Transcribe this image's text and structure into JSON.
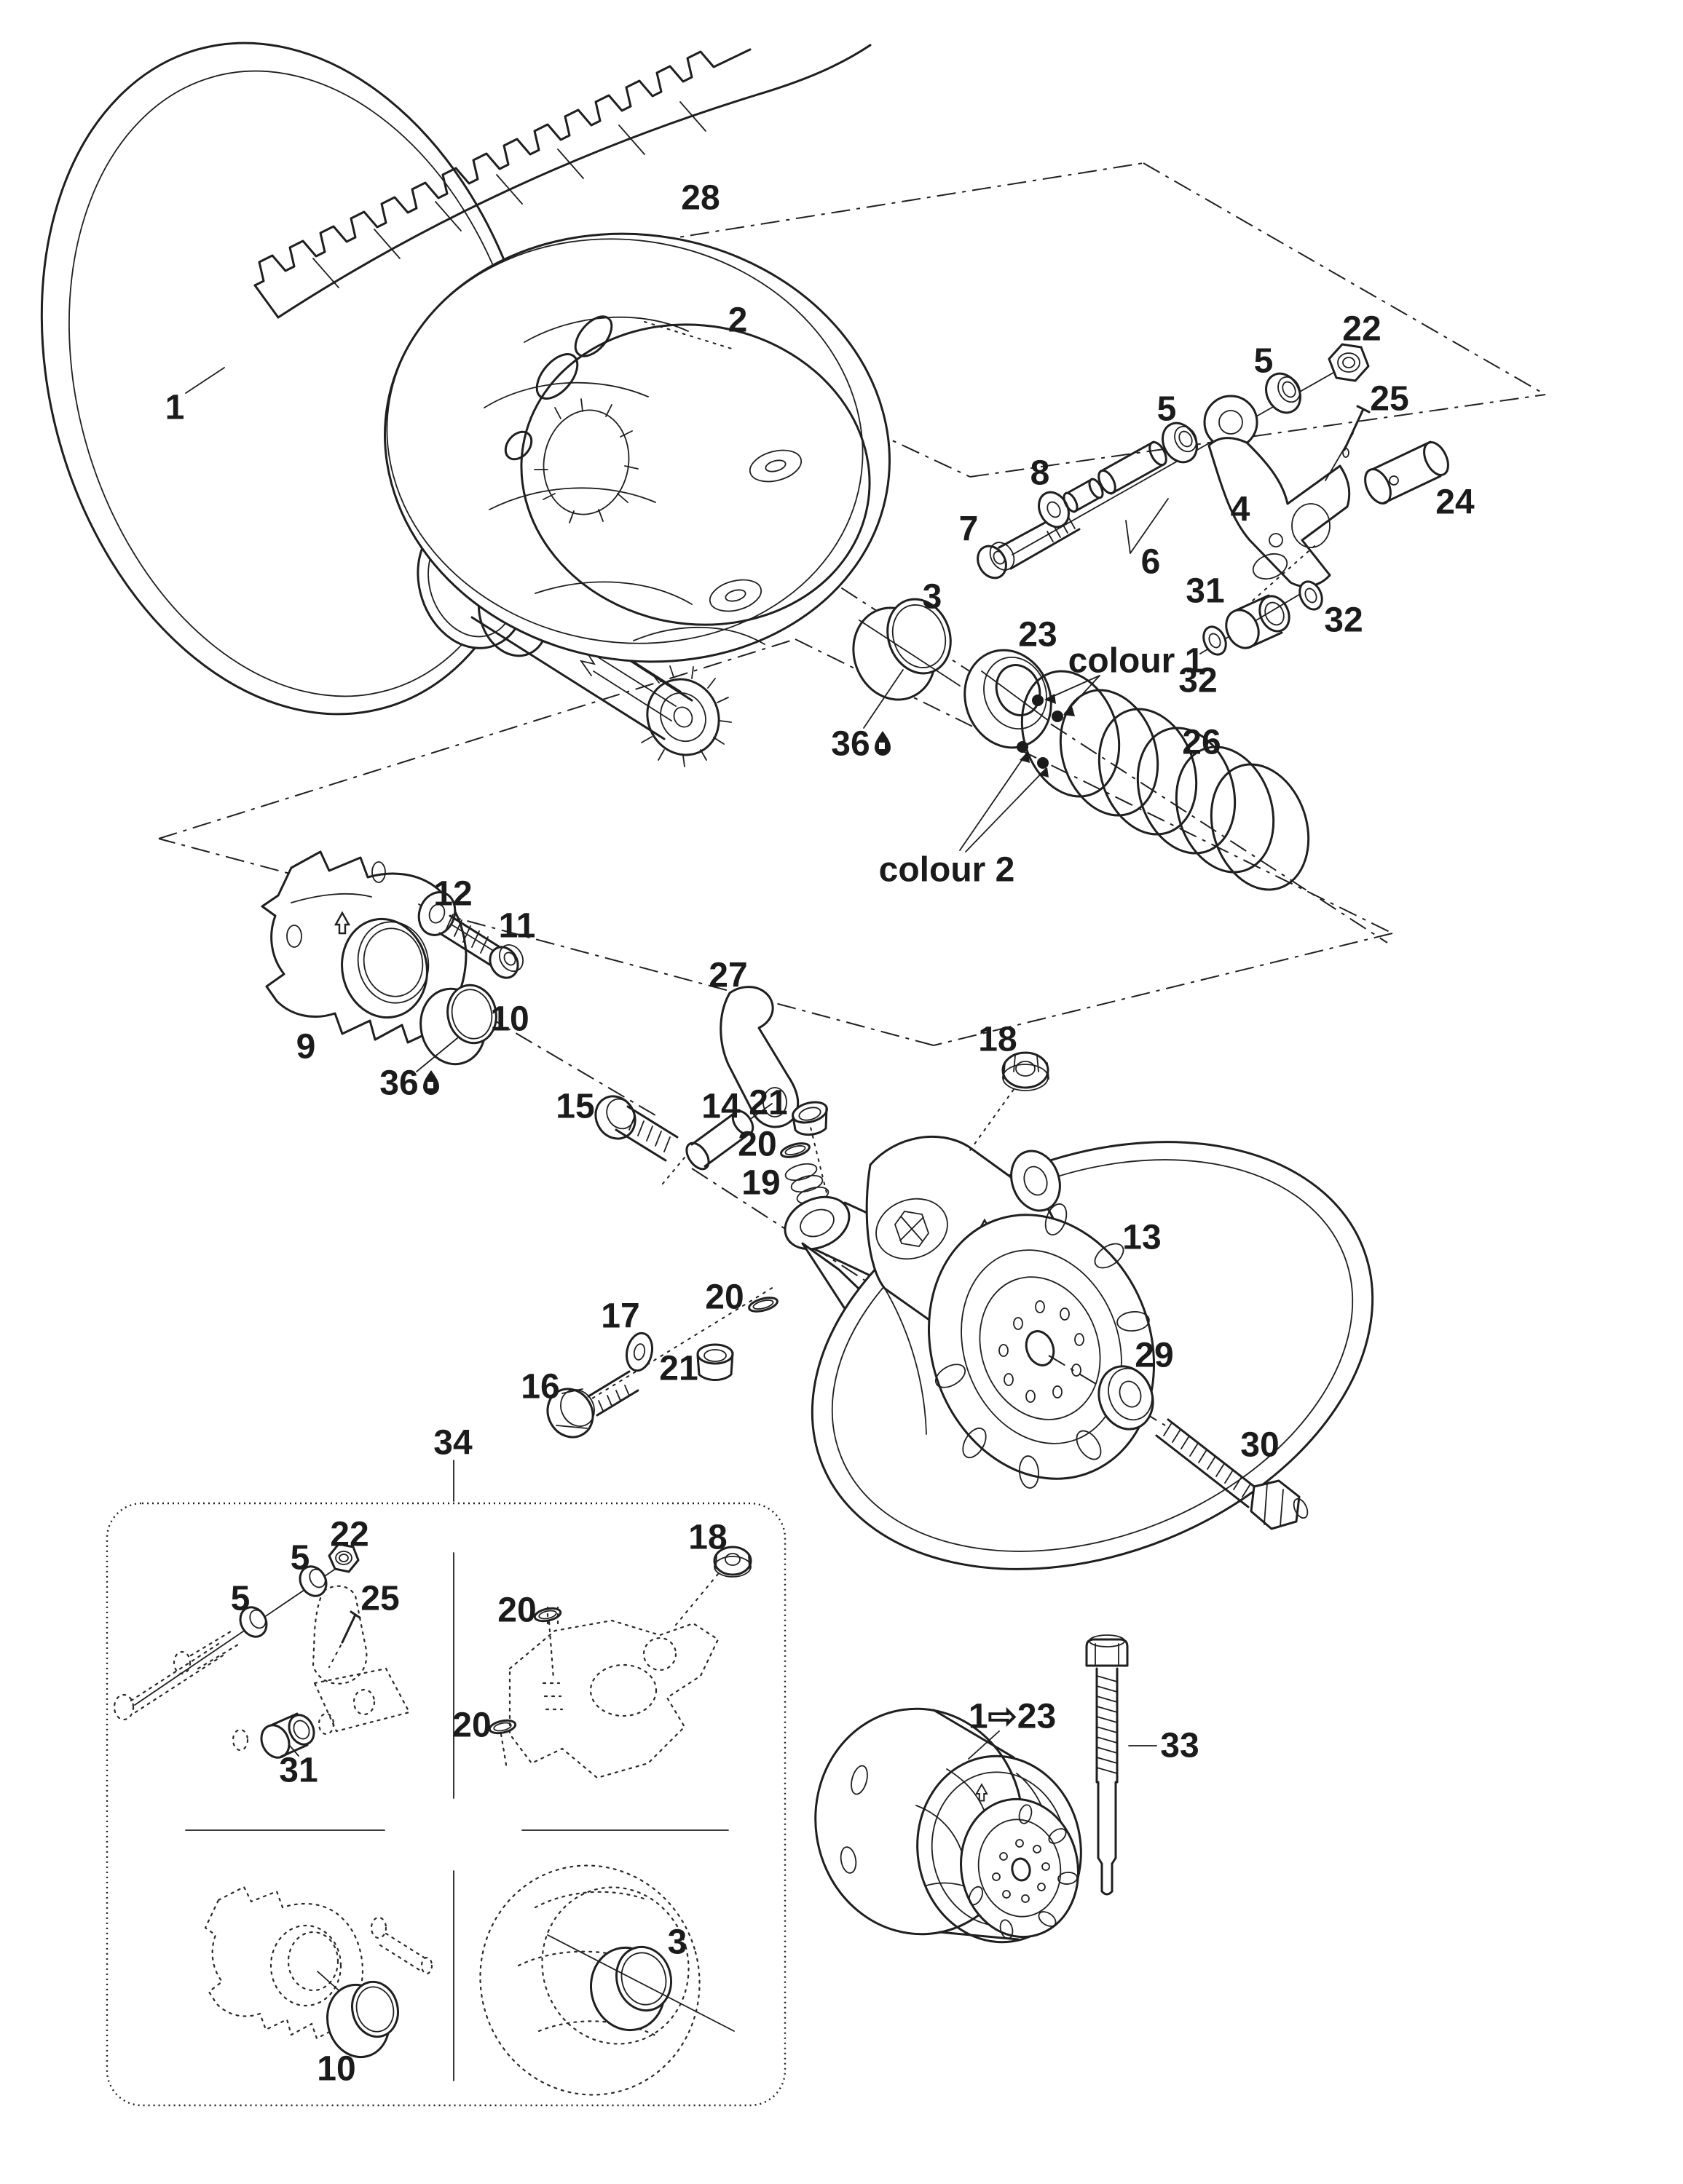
{
  "figure": "drive-pulley exploded parts diagram",
  "colors": {
    "ink": "#1b1b1b",
    "background": "#ffffff"
  },
  "icons": {
    "oil_drop": "oil-drop-icon",
    "combo_arrow": "rightwards-white-arrow"
  },
  "callouts": {
    "c1": "1",
    "c2": "2",
    "c28": "28",
    "c22a": "22",
    "c5a": "5",
    "c25a": "25",
    "c5b": "5",
    "c8": "8",
    "c4": "4",
    "c24": "24",
    "c7": "7",
    "c6": "6",
    "c31a": "31",
    "c32a": "32",
    "c32b": "32",
    "c3a": "3",
    "c23": "23",
    "c36a": "36",
    "ccol1": "colour 1",
    "ccol2": "colour 2",
    "c26": "26",
    "c12": "12",
    "c11": "11",
    "c9": "9",
    "c10a": "10",
    "c36b": "36",
    "c15": "15",
    "c14": "14",
    "c27": "27",
    "c18a": "18",
    "c21a": "21",
    "c20a": "20",
    "c19": "19",
    "c13": "13",
    "c20b": "20",
    "c17": "17",
    "c21b": "21",
    "c16": "16",
    "c29": "29",
    "c30": "30",
    "c34": "34",
    "c22b": "22",
    "c5c": "5",
    "c5d": "5",
    "c25b": "25",
    "c31b": "31",
    "c18b": "18",
    "c20d": "20",
    "c20e": "20",
    "c10b": "10",
    "c3b": "3",
    "c123": "1⇨23",
    "c33": "33"
  }
}
